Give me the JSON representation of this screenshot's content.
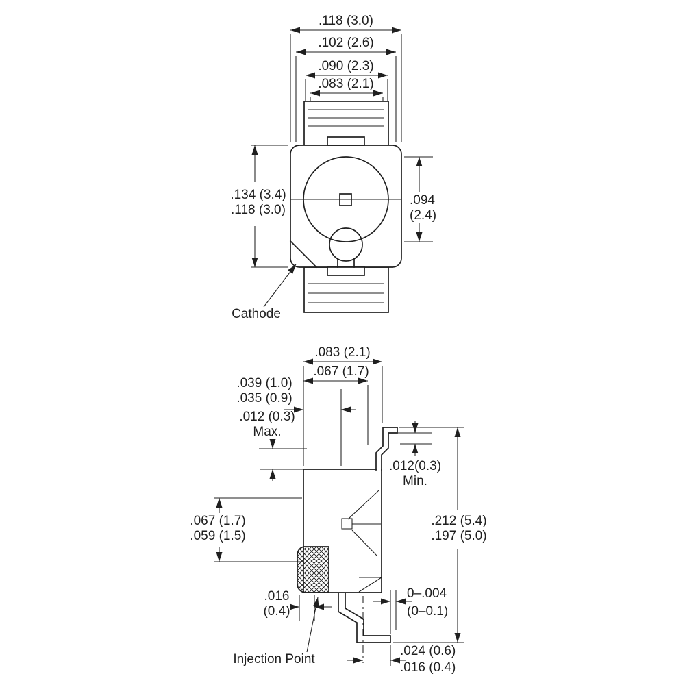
{
  "top_view": {
    "dims": {
      "outer_width": ".118 (3.0)",
      "body_width": ".102 (2.6)",
      "lead_width_max": ".090 (2.3)",
      "lead_width_min": ".083 (2.1)",
      "height_max": ".134 (3.4)",
      "height_min": ".118 (3.0)",
      "lens_dia_in": ".094",
      "lens_dia_mm": "(2.4)"
    },
    "cathode_label": "Cathode"
  },
  "side_view": {
    "dims": {
      "depth_max": ".083 (2.1)",
      "depth_min": ".067 (1.7)",
      "lead_offset_max": ".039 (1.0)",
      "lead_offset_min": ".035 (0.9)",
      "flash_in": ".012 (0.3)",
      "flash_label": "Max.",
      "clearance_in": ".012(0.3)",
      "clearance_label": "Min.",
      "body_height_max": ".067 (1.7)",
      "body_height_min": ".059 (1.5)",
      "total_height_max": ".212 (5.4)",
      "total_height_min": ".197 (5.0)",
      "gate_in": ".016",
      "gate_mm": "(0.4)",
      "standoff_in": "0–.004",
      "standoff_mm": "(0–0.1)",
      "foot_max": ".024 (0.6)",
      "foot_min": ".016 (0.4)"
    },
    "injection_label": "Injection Point"
  }
}
